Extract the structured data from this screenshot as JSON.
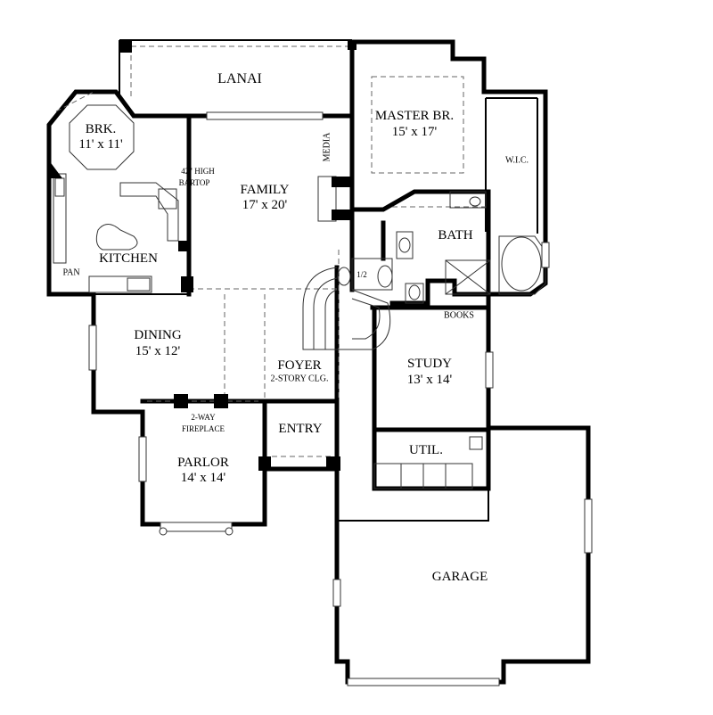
{
  "rooms": {
    "lanai": {
      "name": "LANAI"
    },
    "master": {
      "name": "MASTER BR.",
      "size": "15' x 17'"
    },
    "wic": {
      "name": "W.I.C."
    },
    "brk": {
      "name": "BRK.",
      "size": "11' x 11'"
    },
    "family": {
      "name": "FAMILY",
      "size": "17' x 20'"
    },
    "media": {
      "name": "MEDIA"
    },
    "bartop": {
      "line1": "42\" HIGH",
      "line2": "BARTOP"
    },
    "bath": {
      "name": "BATH"
    },
    "kitchen": {
      "name": "KITCHEN"
    },
    "pan": {
      "name": "PAN"
    },
    "half_bath": {
      "name": "1/2"
    },
    "books": {
      "name": "BOOKS"
    },
    "dining": {
      "name": "DINING",
      "size": "15' x 12'"
    },
    "foyer": {
      "name": "FOYER",
      "note": "2-STORY CLG."
    },
    "study": {
      "name": "STUDY",
      "size": "13' x 14'"
    },
    "fireplace": {
      "line1": "2-WAY",
      "line2": "FIREPLACE"
    },
    "entry": {
      "name": "ENTRY"
    },
    "util": {
      "name": "UTIL."
    },
    "parlor": {
      "name": "PARLOR",
      "size": "14' x 14'"
    },
    "garage": {
      "name": "GARAGE"
    }
  },
  "colors": {
    "wall": "#000000",
    "dash": "#666666",
    "background": "#ffffff"
  }
}
